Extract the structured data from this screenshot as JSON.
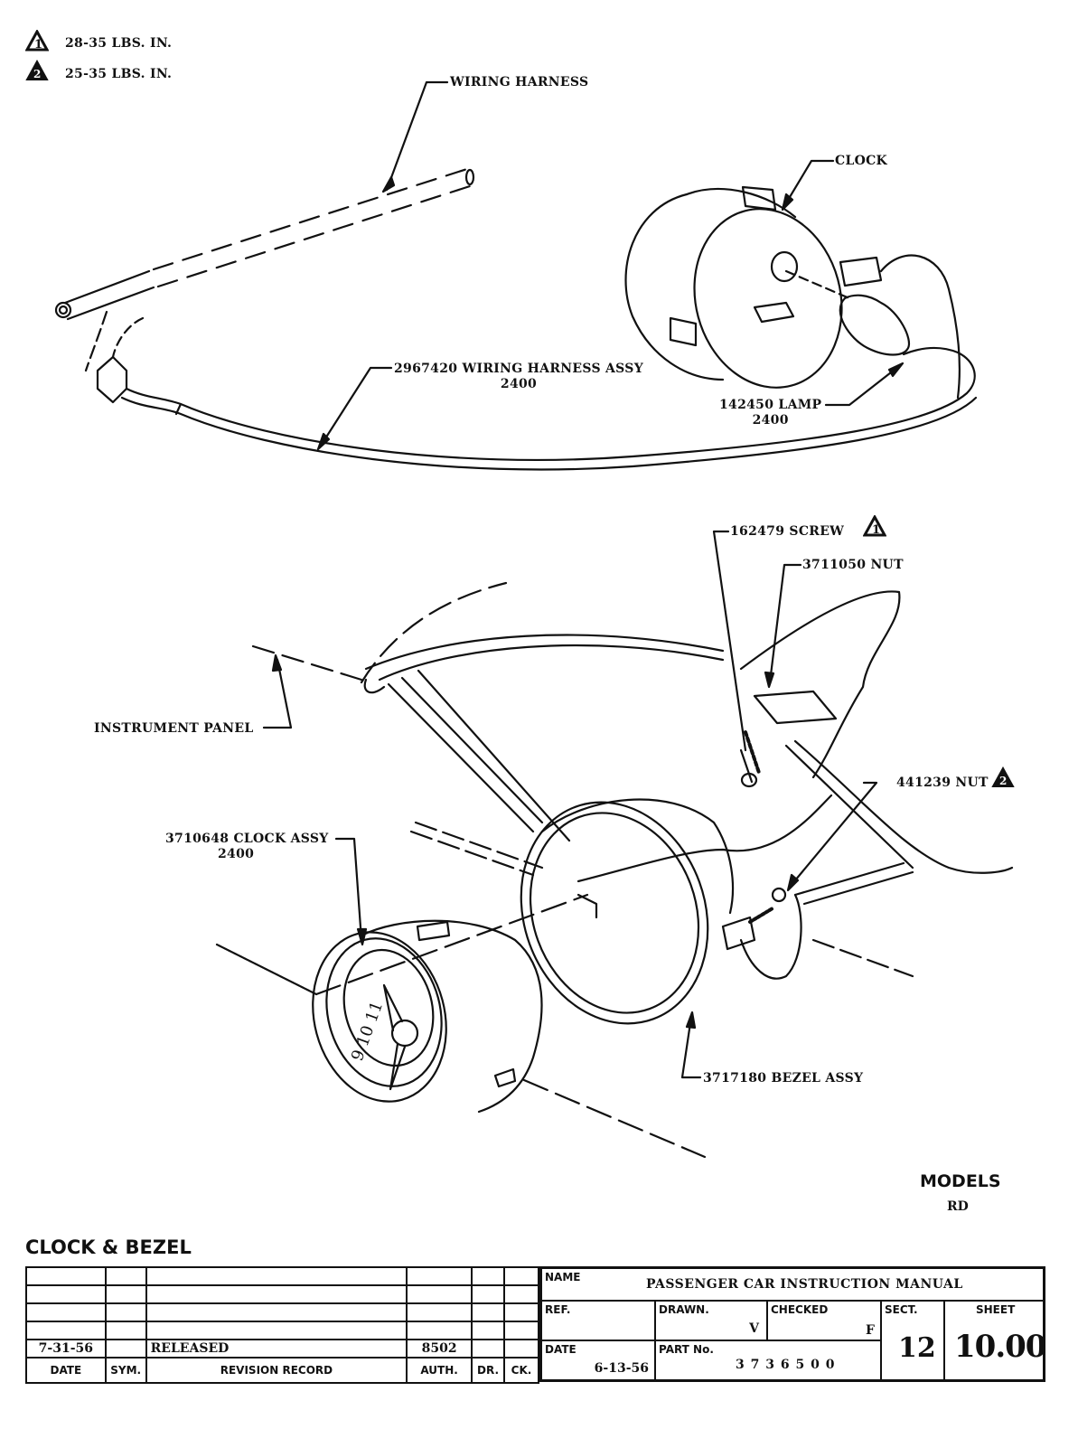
{
  "legend": [
    {
      "symbol": "triangle-1-icon",
      "number": "1",
      "text": "28-35 LBS. IN."
    },
    {
      "symbol": "triangle-2-icon",
      "number": "2",
      "text": "25-35 LBS. IN."
    }
  ],
  "callouts": {
    "wiring_harness": "WIRING HARNESS",
    "clock": "CLOCK",
    "harness_assy": {
      "part": "2967420 WIRING HARNESS ASSY",
      "code": "2400"
    },
    "lamp": {
      "part": "142450 LAMP",
      "code": "2400"
    },
    "screw": {
      "part": "162479 SCREW",
      "torque_ref": "1"
    },
    "nut_upper": "3711050 NUT",
    "instrument_panel": "INSTRUMENT PANEL",
    "nut_lower": {
      "part": "441239 NUT",
      "torque_ref": "2"
    },
    "clock_assy": {
      "part": "3710648 CLOCK ASSY",
      "code": "2400"
    },
    "bezel_assy": "3717180 BEZEL ASSY"
  },
  "models": {
    "label": "MODELS",
    "value": "RD"
  },
  "title": "CLOCK & BEZEL",
  "revision_table": {
    "headers": [
      "DATE",
      "SYM.",
      "REVISION RECORD",
      "AUTH.",
      "DR.",
      "CK."
    ],
    "rows": [
      [
        "",
        "",
        "",
        "",
        "",
        ""
      ],
      [
        "",
        "",
        "",
        "",
        "",
        ""
      ],
      [
        "",
        "",
        "",
        "",
        "",
        ""
      ],
      [
        "",
        "",
        "",
        "",
        "",
        ""
      ],
      [
        "7-31-56",
        "",
        "RELEASED",
        "8502",
        "",
        ""
      ]
    ]
  },
  "title_block": {
    "name_label": "NAME",
    "name_value": "PASSENGER CAR INSTRUCTION MANUAL",
    "ref_label": "REF.",
    "drawn_label": "DRAWN.",
    "drawn_value": "V",
    "checked_label": "CHECKED",
    "checked_value": "F",
    "date_label": "DATE",
    "date_value": "6-13-56",
    "part_label": "PART No.",
    "part_value": "3 7 3 6 5 0 0",
    "sect_label": "SECT.",
    "sect_value": "12",
    "sheet_label": "SHEET",
    "sheet_value": "10.00"
  }
}
